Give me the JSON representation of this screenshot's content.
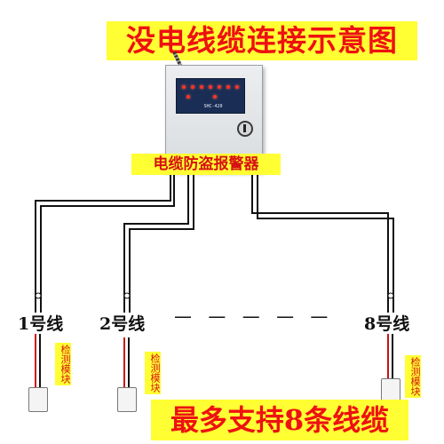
{
  "title": "没电线缆连接示意图",
  "device": {
    "name_label": "电缆防盗报警器",
    "model_text": "SHC-420"
  },
  "lines": [
    {
      "label": "1号线",
      "module_label": "检测模块"
    },
    {
      "label": "2号线",
      "module_label": "检测模块"
    },
    {
      "label": "8号线",
      "module_label": "检测模块"
    }
  ],
  "dash_text": "— — — — —",
  "footer": "最多支持8条线缆",
  "colors": {
    "highlight": "#ffff33",
    "text_red": "#ee1111",
    "wire": "#111111",
    "lead_red": "#cc1111"
  }
}
